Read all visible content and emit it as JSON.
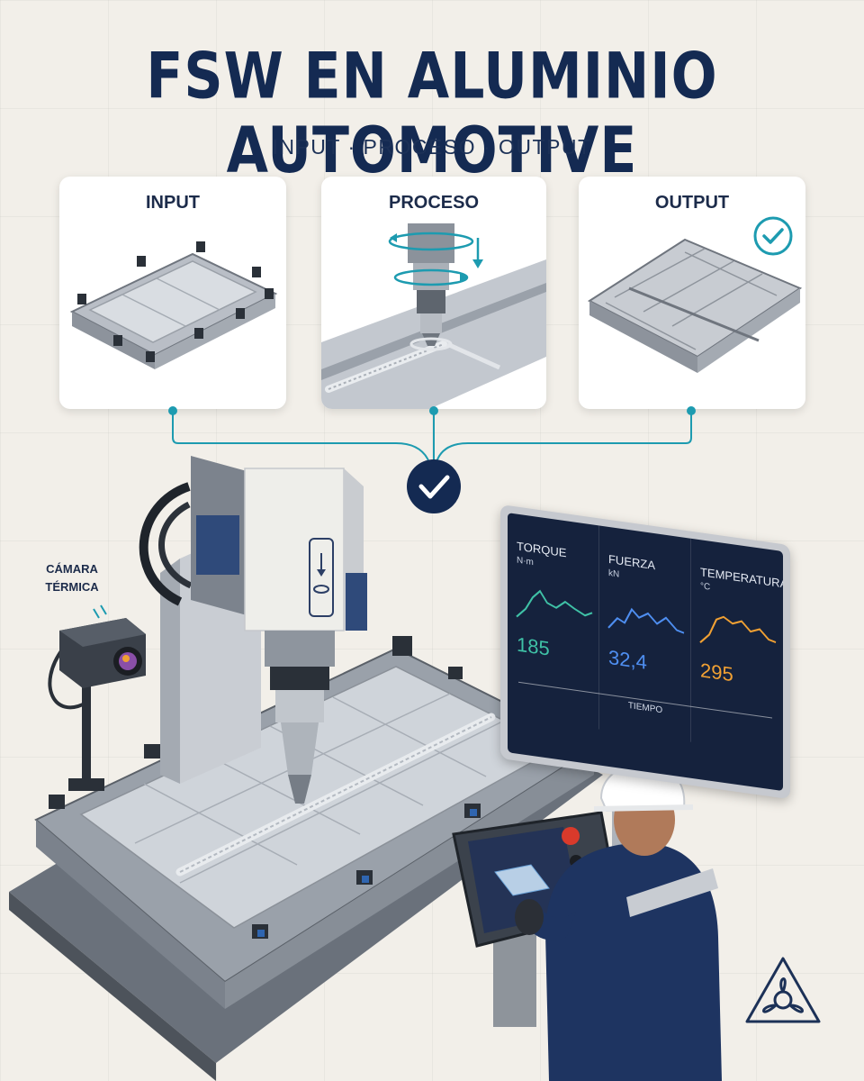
{
  "header": {
    "title": "FSW EN ALUMINIO AUTOMOTIVE",
    "subtitle": "INPUT · PROCESO · OUTPUT"
  },
  "cards": [
    {
      "label": "INPUT"
    },
    {
      "label": "PROCESO"
    },
    {
      "label": "OUTPUT"
    }
  ],
  "camera": {
    "label_line1": "CÁMARA",
    "label_line2": "TÉRMICA"
  },
  "monitor": {
    "time_label": "TIEMPO",
    "panels": [
      {
        "title": "TORQUE",
        "unit": "N·m",
        "value": "185",
        "color": "#3fc1a6"
      },
      {
        "title": "FUERZA",
        "unit": "kN",
        "value": "32,4",
        "color": "#4e8ef0"
      },
      {
        "title": "TEMPERATURA",
        "unit": "°C",
        "value": "295",
        "color": "#f0a033"
      }
    ]
  },
  "colors": {
    "navy": "#142a52",
    "teal": "#1d9bb0",
    "background": "#f2efe9"
  },
  "icons": [
    "check-icon",
    "rotation-arrow-icon",
    "brand-logo-icon"
  ]
}
